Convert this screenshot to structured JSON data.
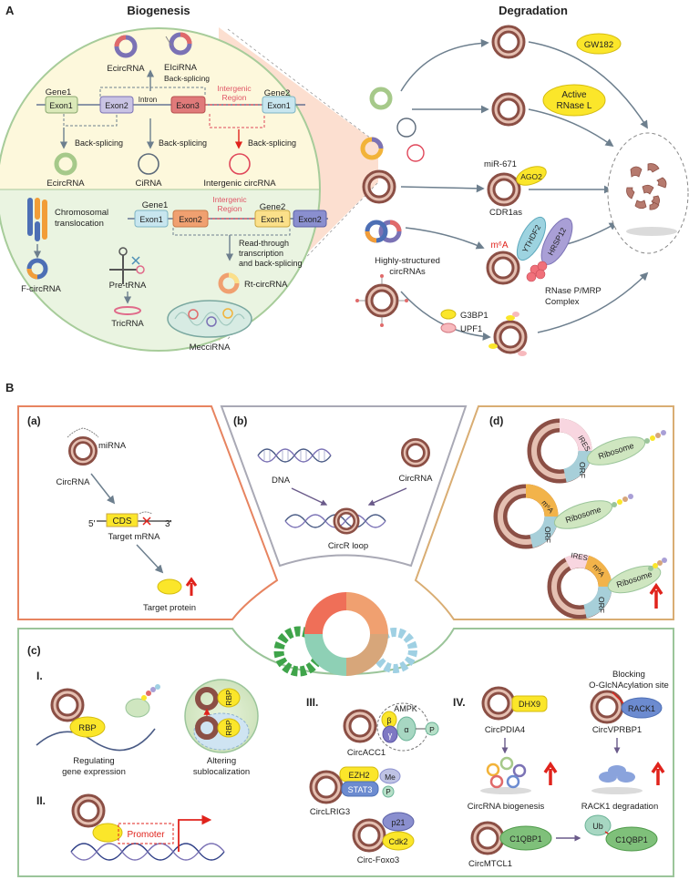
{
  "panelA": {
    "label": "A",
    "biogenesis_title": "Biogenesis",
    "degradation_title": "Degradation",
    "ecircrna_top": "EcircRNA",
    "elcirna": "EIciRNA",
    "back_splicing_top": "Back-splicing",
    "gene1": "Gene1",
    "gene2": "Gene2",
    "exon1": "Exon1",
    "exon2": "Exon2",
    "exon3": "Exon3",
    "intron": "Intron",
    "intergenic_l1": "Intergenic",
    "intergenic_l2": "Region",
    "back_splicing": "Back-splicing",
    "ecircrna": "EcircRNA",
    "cirna": "CiRNA",
    "intergenic_circrna": "Intergenic circRNA",
    "chromosomal_l1": "Chromosomal",
    "chromosomal_l2": "translocation",
    "fcircrna": "F-circRNA",
    "pretrna": "Pre-tRNA",
    "tricrna": "TricRNA",
    "meccirna": "MecciRNA",
    "readthrough_l1": "Read-through",
    "readthrough_l2": "transcription",
    "readthrough_l3": "and back-splicing",
    "rtcircrna": "Rt-circRNA",
    "gw182": "GW182",
    "active": "Active",
    "rnasel": "RNase L",
    "mir671": "miR-671",
    "ago2": "AGO2",
    "cdr1as": "CDR1as",
    "m6a": "m⁶A",
    "ythdf2": "YTHDF2",
    "hrsp12": "HRSP12",
    "highly_l1": "Highly-structured",
    "highly_l2": "circRNAs",
    "rnasep_l1": "RNase P/MRP",
    "rnasep_l2": "Complex",
    "g3bp1": "G3BP1",
    "upf1": "UPF1"
  },
  "panelB": {
    "label": "B",
    "a": {
      "tag": "(a)",
      "mirna": "miRNA",
      "circrna": "CircRNA",
      "cds": "CDS",
      "five": "5'",
      "three": "3'",
      "target_mrna": "Target mRNA",
      "target_protein": "Target protein"
    },
    "b": {
      "tag": "(b)",
      "dna": "DNA",
      "circrna": "CircRNA",
      "circr_loop": "CircR loop"
    },
    "d": {
      "tag": "(d)",
      "ires": "IRES",
      "ribosome": "Ribosome",
      "orf": "ORF",
      "m6a": "m⁶A"
    },
    "c": {
      "tag": "(c)",
      "roman1": "I.",
      "roman2": "II.",
      "roman3": "III.",
      "roman4": "IV.",
      "rbp": "RBP",
      "regulating_l1": "Regulating",
      "regulating_l2": "gene expression",
      "altering_l1": "Altering",
      "altering_l2": "sublocalization",
      "promoter": "Promoter",
      "ampk": "AMPK",
      "beta": "β",
      "alpha": "α",
      "gamma": "γ",
      "p": "P",
      "circacc1": "CircACC1",
      "ezh2": "EZH2",
      "stat3": "STAT3",
      "me": "Me",
      "circlrig3": "CircLRIG3",
      "p21": "p21",
      "cdk2": "Cdk2",
      "circfoxo3": "Circ-Foxo3",
      "dhx9": "DHX9",
      "circpdia4": "CircPDIA4",
      "blocking_l1": "Blocking",
      "blocking_l2": "O-GlcNAcylation site",
      "rack1": "RACK1",
      "circvprbp1": "CircVPRBP1",
      "circrna_biogenesis": "CircRNA biogenesis",
      "rack1_degradation": "RACK1 degradation",
      "c1qbp1": "C1QBP1",
      "ub": "Ub",
      "circmtcl1": "CircMTCL1"
    }
  },
  "colors": {
    "ring_outer": "#8b4f45",
    "ring_fill": "#e5c0b2",
    "box_a_border": "#e78460",
    "box_b_border": "#a9a9b5",
    "box_d_border": "#d9ad73",
    "box_c_border": "#9bc59a",
    "arrow": "#6d7f8e",
    "yellow": "#fbe62a",
    "red_arrow": "#e0231c"
  }
}
